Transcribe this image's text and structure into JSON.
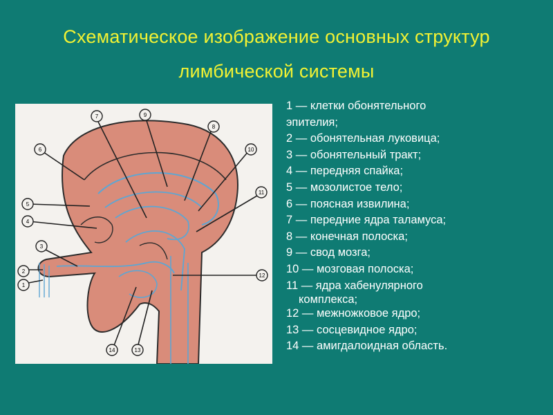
{
  "title": {
    "line1": "Схематическое изображение основных структур",
    "line2": "лимбической системы"
  },
  "legend": [
    {
      "text": "1 — клетки обонятельного"
    },
    {
      "text": "эпителия;"
    },
    {
      "text": "2 — обонятельная луковица;"
    },
    {
      "text": "3 — обонятельный тракт;"
    },
    {
      "text": "4 — передняя спайка;"
    },
    {
      "text": "5 — мозолистое тело;"
    },
    {
      "text": "6 — поясная извилина;"
    },
    {
      "text": "7 — передние ядра таламуса;"
    },
    {
      "text": "8 — конечная полоска;"
    },
    {
      "text": "9 — свод мозга;"
    },
    {
      "text": "10 — мозговая полоска;"
    },
    {
      "text": "11 — ядра хабенулярного",
      "cont": "комплекса;"
    },
    {
      "text": "12 — межножковое ядро;"
    },
    {
      "text": "13 — сосцевидное ядро;"
    },
    {
      "text": "14 — амигдалоидная область."
    }
  ],
  "diagram": {
    "markers": [
      "1",
      "2",
      "3",
      "4",
      "5",
      "6",
      "7",
      "8",
      "9",
      "10",
      "11",
      "12",
      "13",
      "14"
    ]
  },
  "colors": {
    "background": "#0f7b73",
    "title": "#f2f233",
    "brain": "#d98c7a",
    "tracts": "#5da6d3"
  }
}
